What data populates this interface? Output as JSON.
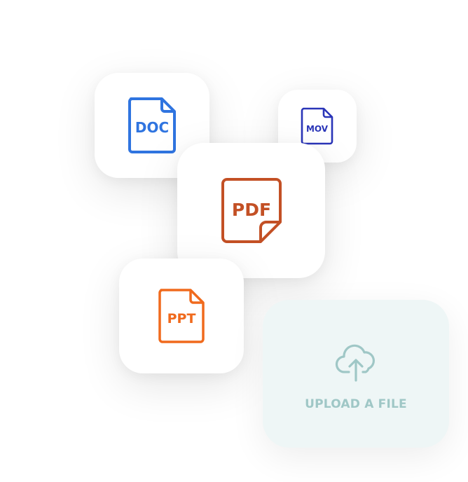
{
  "files": {
    "doc": {
      "label": "DOC",
      "color": "#2f74e0",
      "icon": "doc-file-icon"
    },
    "mov": {
      "label": "MOV",
      "color": "#2a35b8",
      "icon": "mov-file-icon"
    },
    "pdf": {
      "label": "PDF",
      "color": "#c35025",
      "icon": "pdf-file-icon"
    },
    "ppt": {
      "label": "PPT",
      "color": "#f06a1d",
      "icon": "ppt-file-icon"
    }
  },
  "upload": {
    "label": "UPLOAD A FILE",
    "icon": "cloud-upload-icon",
    "color": "#9fc7c6",
    "background": "#eef6f6"
  }
}
